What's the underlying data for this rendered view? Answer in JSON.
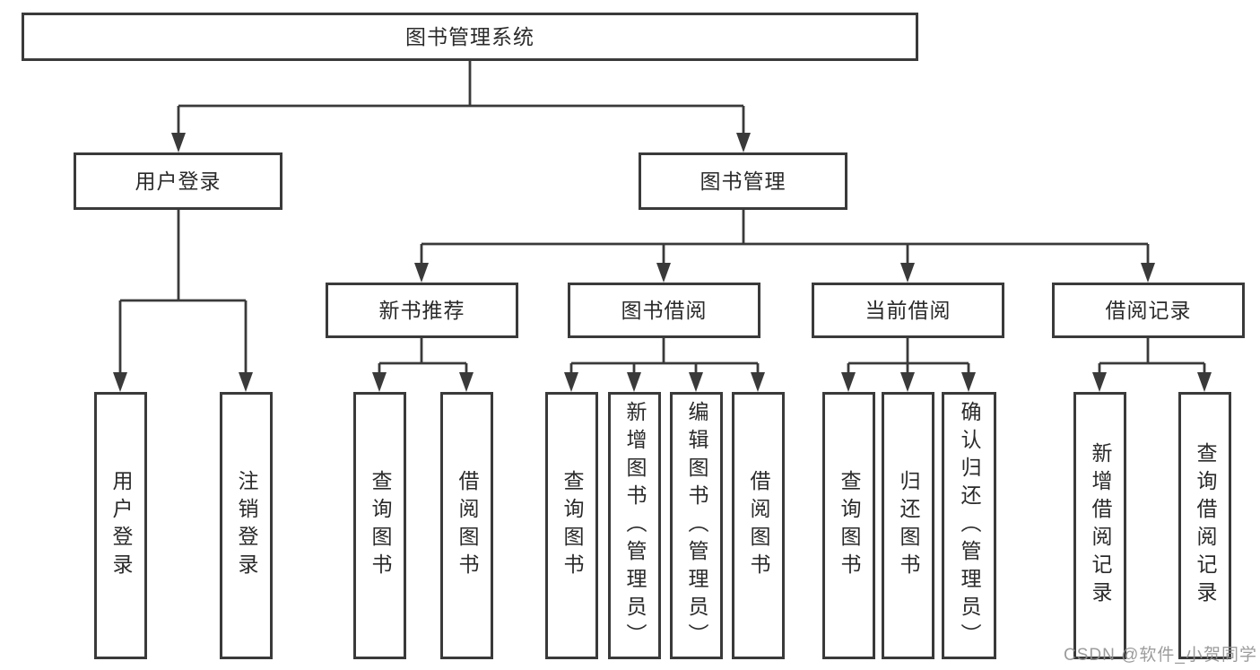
{
  "diagram": {
    "title_node": "图书管理系统",
    "nodes": {
      "root": "图书管理系统",
      "user_login": "用户登录",
      "book_mgmt": "图书管理",
      "new_books": "新书推荐",
      "book_borrow": "图书借阅",
      "current_borrow": "当前借阅",
      "borrow_records": "借阅记录",
      "leaf_user_login": "用户登录",
      "leaf_logout": "注销登录",
      "leaf_nb_query": "查询图书",
      "leaf_nb_borrow": "借阅图书",
      "leaf_bb_query": "查询图书",
      "leaf_bb_add": "新增图书（管理员）",
      "leaf_bb_edit": "编辑图书（管理员）",
      "leaf_bb_borrow": "借阅图书",
      "leaf_cb_query": "查询图书",
      "leaf_cb_return": "归还图书",
      "leaf_cb_confirm": "确认归还（管理员）",
      "leaf_br_add": "新增借阅记录",
      "leaf_br_query": "查询借阅记录"
    },
    "line_color": "#3a3a3a",
    "background_color": "#ffffff"
  },
  "watermark": {
    "text": "CSDN @软件_小贺同学"
  }
}
